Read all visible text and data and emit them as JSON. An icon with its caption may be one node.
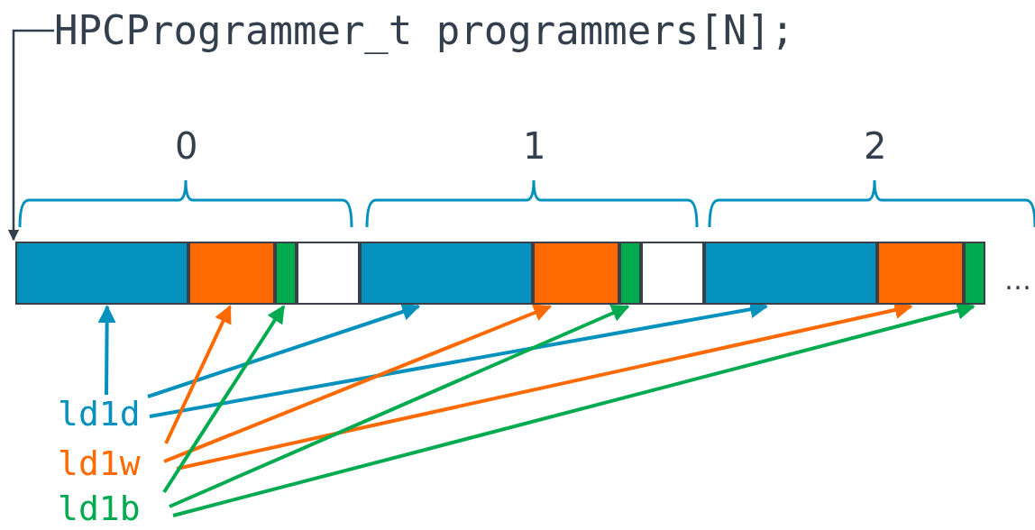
{
  "diagram": {
    "nodes": [
      {
        "text": [
          "HPCProgrammer_t programmers[N];"
        ]
      },
      {
        "text": [],
        "shape": "bar"
      },
      {
        "text": [],
        "shape": "bar"
      },
      {
        "text": [],
        "shape": "bar"
      },
      {
        "text": [],
        "shape": "bar"
      },
      {
        "text": [],
        "shape": "bar"
      },
      {
        "text": [],
        "shape": "bar"
      },
      {
        "text": [],
        "shape": "bar"
      },
      {
        "text": [],
        "shape": "bar"
      },
      {
        "text": [],
        "shape": "bar"
      },
      {
        "text": [],
        "shape": "bar"
      },
      {
        "text": [],
        "shape": "bar"
      },
      {
        "text": [
          "ld1d"
        ]
      },
      {
        "text": [
          "ld1w"
        ]
      },
      {
        "text": [
          "ld1b"
        ]
      }
    ],
    "edges": [
      {
        "from": 0,
        "to": 1,
        "arrow": "to",
        "color": "#333f4c"
      },
      {
        "from": 12,
        "to": 1,
        "arrow": "to",
        "color": "#0591bd"
      },
      {
        "from": 12,
        "to": 5,
        "arrow": "to",
        "color": "#0591bd"
      },
      {
        "from": 12,
        "to": 9,
        "arrow": "to",
        "color": "#0591bd"
      },
      {
        "from": 13,
        "to": 2,
        "arrow": "to",
        "color": "#ff6a00"
      },
      {
        "from": 13,
        "to": 6,
        "arrow": "to",
        "color": "#ff6a00"
      },
      {
        "from": 13,
        "to": 10,
        "arrow": "to",
        "color": "#ff6a00"
      },
      {
        "from": 14,
        "to": 3,
        "arrow": "to",
        "color": "#00aa4f"
      },
      {
        "from": 14,
        "to": 7,
        "arrow": "to",
        "color": "#00aa4f"
      },
      {
        "from": 14,
        "to": 11,
        "arrow": "to",
        "color": "#00aa4f"
      }
    ],
    "labels": [
      "0",
      "1",
      "2",
      "…"
    ]
  }
}
